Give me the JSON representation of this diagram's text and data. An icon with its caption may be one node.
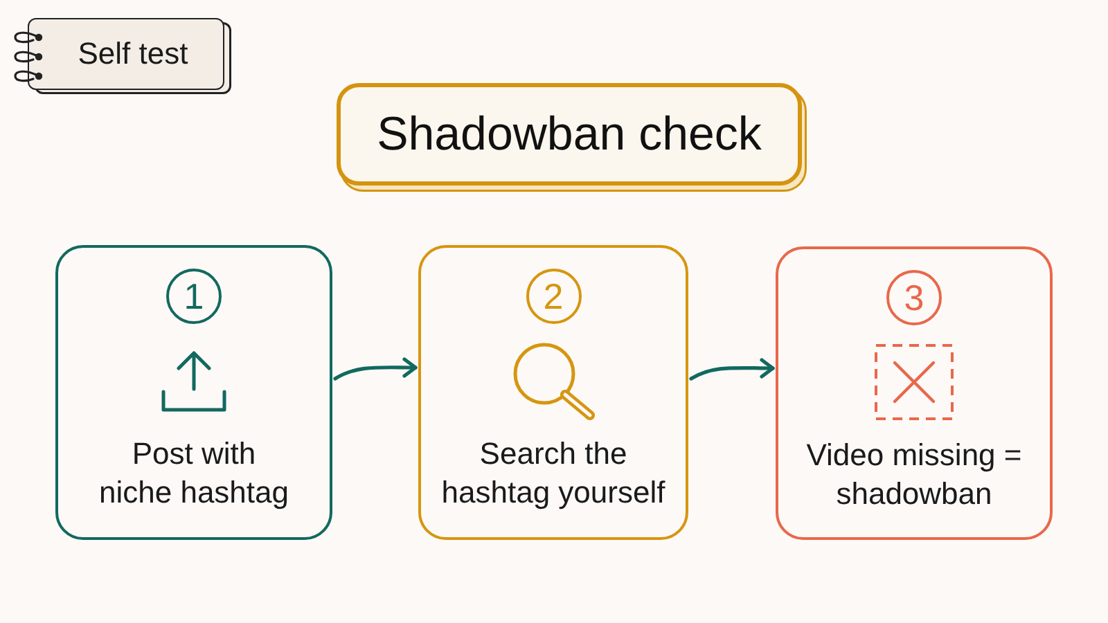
{
  "diagram": {
    "title": "Shadowban check",
    "nodes": [
      {
        "text": [
          "1",
          "Post with niche hashtag"
        ]
      },
      {
        "text": [
          "2",
          "Search the hashtag yourself"
        ]
      },
      {
        "text": [
          "3",
          "Video missing = shadowban"
        ]
      }
    ],
    "edges": [
      {
        "from": 0,
        "to": 1,
        "arrow": "to"
      },
      {
        "from": 1,
        "to": 2,
        "arrow": "to"
      }
    ],
    "labels": [
      "Self test"
    ]
  }
}
